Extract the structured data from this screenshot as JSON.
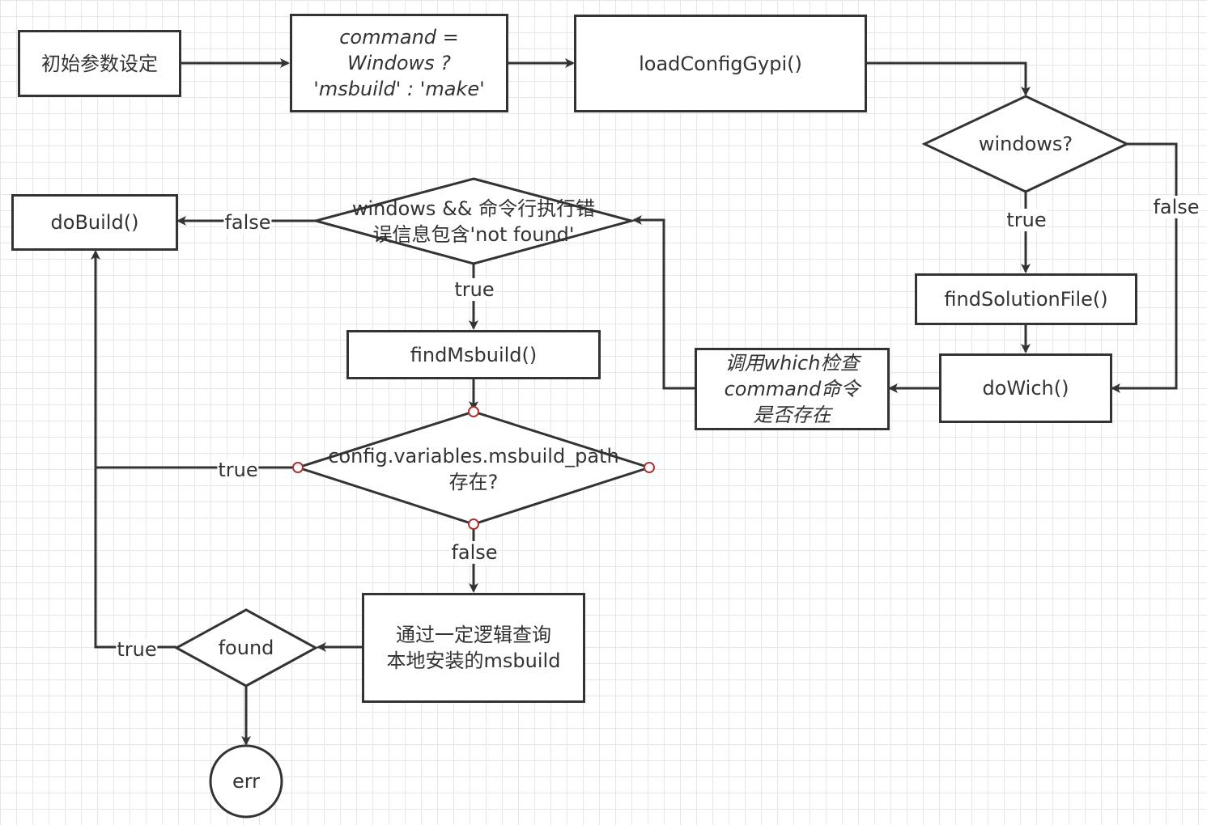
{
  "diagram": {
    "nodes": {
      "init": "初始参数设定",
      "command": "command =\nWindows ?\n'msbuild' : 'make'",
      "load_config": "loadConfigGypi()",
      "windows_decision": "windows?",
      "find_solution": "findSolutionFile()",
      "do_wich": "doWich()",
      "which_check": "调用which检查\ncommand命令\n是否存在",
      "not_found_decision": "windows && 命令行执行错\n误信息包含'not found'",
      "do_build": "doBuild()",
      "find_msbuild": "findMsbuild()",
      "msbuild_path_decision": "config.variables.msbuild_path\n存在?",
      "query_local": "通过一定逻辑查询\n本地安装的msbuild",
      "found_decision": "found",
      "err": "err"
    },
    "edge_labels": {
      "windows_true": "true",
      "windows_false": "false",
      "not_found_false": "false",
      "not_found_true": "true",
      "msbuild_path_true": "true",
      "msbuild_path_false": "false",
      "found_true": "true"
    }
  }
}
